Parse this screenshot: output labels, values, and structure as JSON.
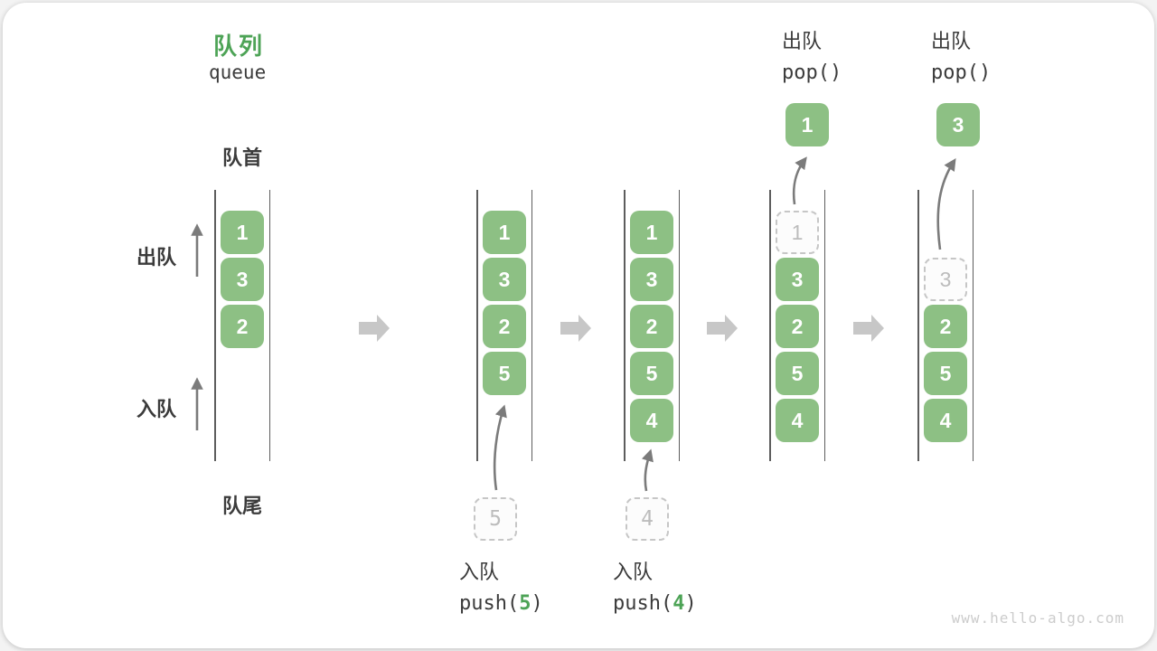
{
  "title": {
    "zh": "队列",
    "en": "queue"
  },
  "labels": {
    "front": "队首",
    "rear": "队尾",
    "dequeue_side": "出队",
    "enqueue_side": "入队"
  },
  "colors": {
    "box_green": "#8dc084",
    "accent_green": "#4da356",
    "block_arrow_gray": "#c7c7c7",
    "thin_arrow_gray": "#7b7b7b",
    "rail_gray": "#5d5d5d",
    "text_dark": "#3b3b3b",
    "ghost_border_gray": "#c6c6c6",
    "watermark_gray": "#cccccc"
  },
  "queues": [
    {
      "slots": [
        "1",
        "3",
        "2"
      ]
    },
    {
      "slots": [
        "1",
        "3",
        "2",
        "5"
      ],
      "incoming_value": "5"
    },
    {
      "slots": [
        "1",
        "3",
        "2",
        "5",
        "4"
      ],
      "incoming_value": "4"
    },
    {
      "slots": [
        "1",
        "3",
        "2",
        "5",
        "4"
      ],
      "dashed_slot_index": 0,
      "popped_value": "1"
    },
    {
      "slots": [
        "3",
        "2",
        "5",
        "4"
      ],
      "dashed_slot_index": 0,
      "popped_value": "3"
    }
  ],
  "operations": {
    "push_5": {
      "label": "入队",
      "code_before": "push(",
      "code_arg": "5",
      "code_after": ")",
      "ghost_value": "5"
    },
    "push_4": {
      "label": "入队",
      "code_before": "push(",
      "code_arg": "4",
      "code_after": ")",
      "ghost_value": "4"
    },
    "pop_1": {
      "label": "出队",
      "code": "pop()",
      "result_value": "1"
    },
    "pop_2": {
      "label": "出队",
      "code": "pop()",
      "result_value": "3"
    }
  },
  "watermark": "www.hello-algo.com"
}
